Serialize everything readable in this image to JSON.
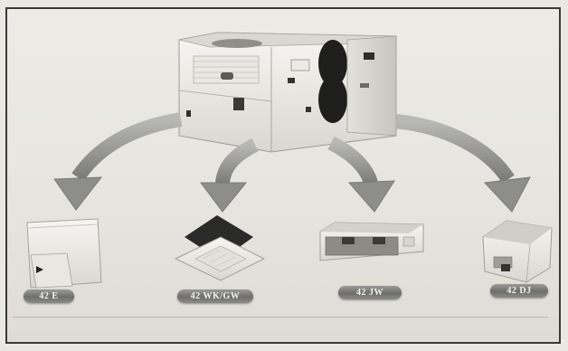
{
  "units": [
    {
      "label": "42 E"
    },
    {
      "label": "42 WK/GW"
    },
    {
      "label": "42 JW"
    },
    {
      "label": "42 DJ"
    }
  ],
  "colors": {
    "arrow": "#8d8d89",
    "label_bg": "#7a7a76",
    "unit_body": "#f1f0ec"
  }
}
